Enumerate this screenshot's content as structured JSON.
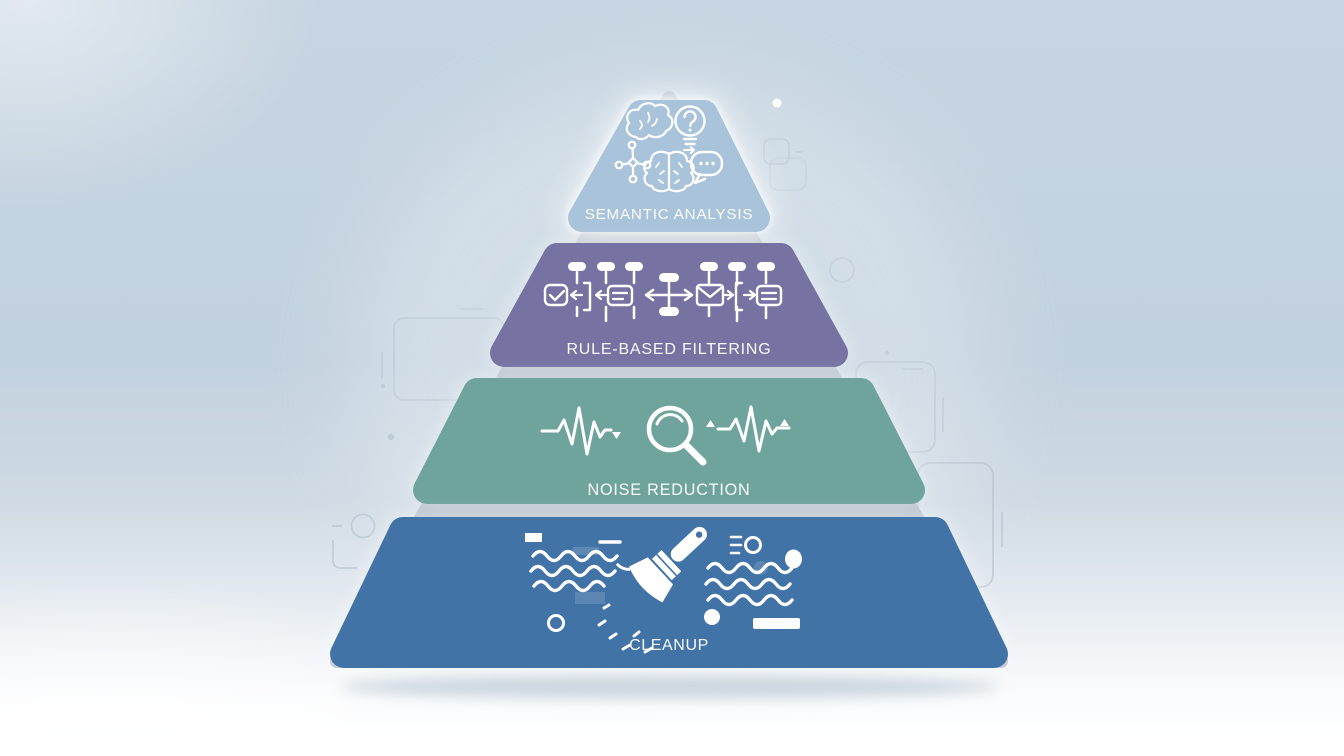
{
  "diagram": {
    "type": "pyramid",
    "label_color": "#ffffff",
    "core_color": "#b6c0ca",
    "shadow_color": "#9db1c2",
    "decor_stroke": "#a6b5c3",
    "background": {
      "top_color": "#c6d5e1",
      "bottom_color": "#ffffff"
    },
    "levels": [
      {
        "id": "semantic-analysis",
        "label": "SEMANTIC ANALYSIS",
        "fill": "#a9c3da",
        "icons": [
          "brain-icon",
          "lightbulb-question-icon",
          "network-nodes-icon",
          "brain-hemispheres-icon",
          "speech-bubble-icon"
        ]
      },
      {
        "id": "rule-based-filtering",
        "label": "RULE-BASED FILTERING",
        "fill": "#7673a2",
        "icons": [
          "checkbox-icon",
          "arrow-left-icon",
          "bracket-right-icon",
          "list-card-icon",
          "slider-pill-icon",
          "splitter-arrows-icon",
          "envelope-icon",
          "arrow-right-icon",
          "bracket-left-icon"
        ]
      },
      {
        "id": "noise-reduction",
        "label": "NOISE REDUCTION",
        "fill": "#6fa49c",
        "icons": [
          "waveform-left-icon",
          "magnifier-icon",
          "waveform-right-icon"
        ]
      },
      {
        "id": "cleanup",
        "label": "CLEANUP",
        "fill": "#4173a7",
        "icons": [
          "square-chip-icon",
          "dash-icon",
          "waves-left-icon",
          "paintbrush-icon",
          "sparkle-dashes-icon",
          "ring-icon",
          "menu-dashes-icon",
          "ring-small-icon",
          "ellipse-dot-icon",
          "waves-right-icon",
          "dot-icon",
          "bar-icon"
        ]
      }
    ]
  }
}
